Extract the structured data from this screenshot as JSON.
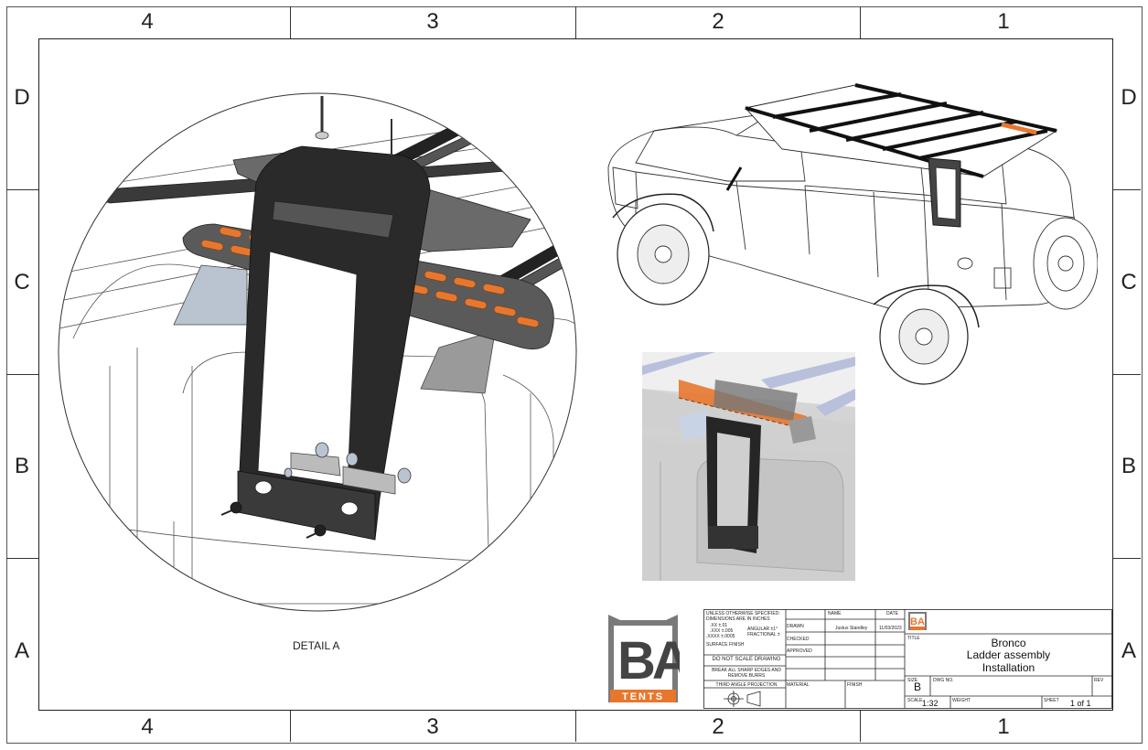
{
  "zone_labels": {
    "cols": [
      "4",
      "3",
      "2",
      "1"
    ],
    "rows": [
      "D",
      "C",
      "B",
      "A"
    ]
  },
  "detail_label": "DETAIL A",
  "logo": {
    "letters": "BA",
    "sub": "TENTS",
    "colors": {
      "frame": "#7a7a7a",
      "b": "#444444",
      "a": "#e8772e",
      "band": "#e8772e"
    }
  },
  "tolerances": {
    "line1": "UNLESS OTHERWISE SPECIFIED:",
    "line2": "DIMENSIONS ARE IN INCHES",
    "tol1": ".XX ±.01",
    "tol2": ".XXX ±.005",
    "tol3": ".XXXX ±.0005",
    "angular": "ANGULAR ±1°",
    "fractional": "FRACTIONAL ±",
    "surface": "SURFACE FINISH",
    "no_scale": "DO NOT SCALE DRAWING",
    "break_edges": "BREAK ALL SHARP EDGES AND REMOVE BURRS",
    "projection": "THIRD ANGLE PROJECTION"
  },
  "approvals": {
    "name_header": "NAME",
    "date_header": "DATE",
    "drawn_label": "DRAWN",
    "drawn_name": "Justus Standley",
    "drawn_date": "11/03/2023",
    "checked_label": "CHECKED",
    "approved_label": "APPROVED",
    "material_label": "MATERIAL",
    "finish_label": "FINISH"
  },
  "title_block": {
    "title_label": "TITLE",
    "title_lines": [
      "Bronco",
      "Ladder assembly",
      "Installation"
    ],
    "size_label": "SIZE",
    "size_value": "B",
    "dwg_label": "DWG NO.",
    "rev_label": "REV",
    "scale_label": "SCALE",
    "scale_value": "1:32",
    "weight_label": "WEIGHT",
    "sheet_label": "SHEET",
    "sheet_value": "1 of 1"
  },
  "colors": {
    "accent": "#e8772e",
    "line": "#222222",
    "bracket": "#2a2a2a"
  }
}
